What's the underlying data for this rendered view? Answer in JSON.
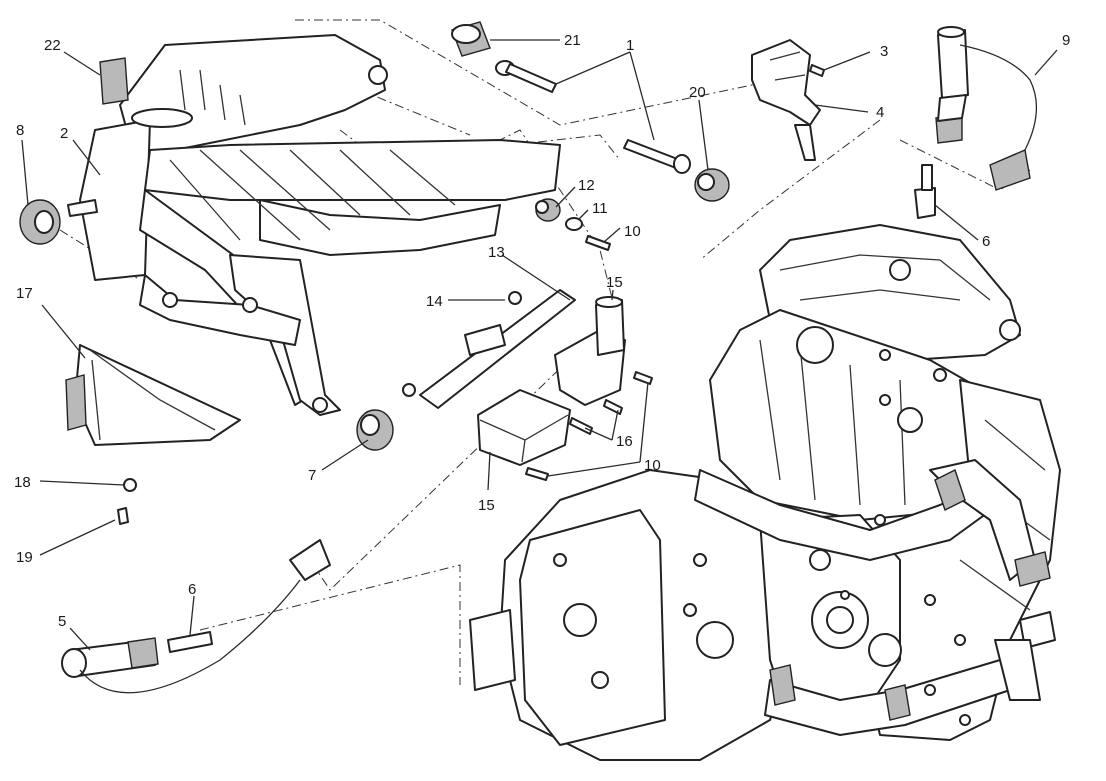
{
  "diagram": {
    "callouts": [
      {
        "id": "c1",
        "label": "1"
      },
      {
        "id": "c2",
        "label": "2"
      },
      {
        "id": "c3",
        "label": "3"
      },
      {
        "id": "c4",
        "label": "4"
      },
      {
        "id": "c5",
        "label": "5"
      },
      {
        "id": "c6a",
        "label": "6"
      },
      {
        "id": "c6b",
        "label": "6"
      },
      {
        "id": "c7",
        "label": "7"
      },
      {
        "id": "c8",
        "label": "8"
      },
      {
        "id": "c9",
        "label": "9"
      },
      {
        "id": "c10a",
        "label": "10"
      },
      {
        "id": "c10b",
        "label": "10"
      },
      {
        "id": "c11",
        "label": "11"
      },
      {
        "id": "c12",
        "label": "12"
      },
      {
        "id": "c13",
        "label": "13"
      },
      {
        "id": "c14",
        "label": "14"
      },
      {
        "id": "c15a",
        "label": "15"
      },
      {
        "id": "c15b",
        "label": "15"
      },
      {
        "id": "c16",
        "label": "16"
      },
      {
        "id": "c17",
        "label": "17"
      },
      {
        "id": "c18",
        "label": "18"
      },
      {
        "id": "c19",
        "label": "19"
      },
      {
        "id": "c20",
        "label": "20"
      },
      {
        "id": "c21",
        "label": "21"
      },
      {
        "id": "c22",
        "label": "22"
      }
    ]
  }
}
